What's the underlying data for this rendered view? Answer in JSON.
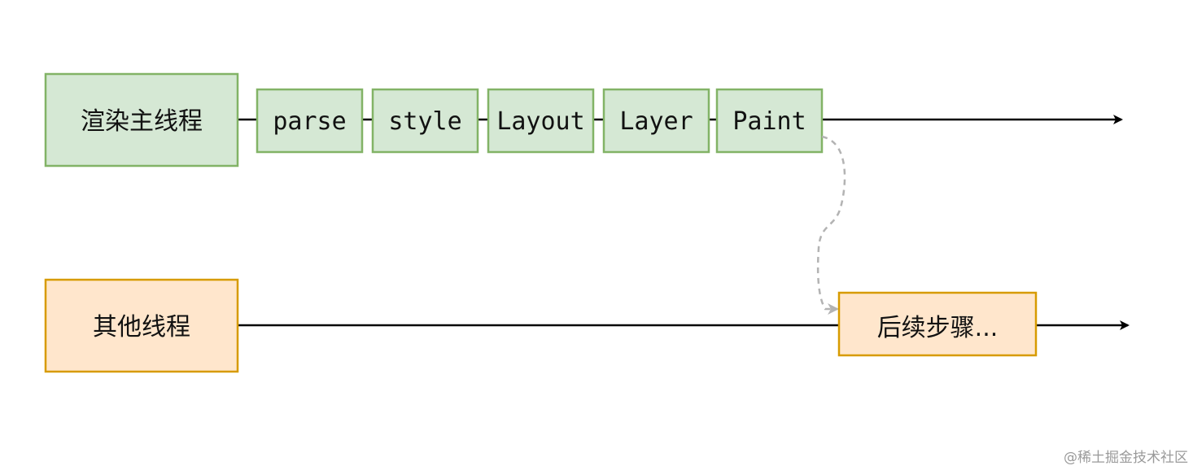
{
  "main_thread": {
    "label": "渲染主线程",
    "steps": [
      "parse",
      "style",
      "Layout",
      "Layer",
      "Paint"
    ]
  },
  "other_thread": {
    "label": "其他线程",
    "next_step": "后续步骤..."
  },
  "watermark": "@稀土掘金技术社区",
  "colors": {
    "green_fill": "#d5e8d4",
    "green_stroke": "#82b366",
    "orange_fill": "#ffe6cc",
    "orange_stroke": "#d79b00",
    "line": "#000000",
    "dashed_connector": "#b3b3b3"
  }
}
